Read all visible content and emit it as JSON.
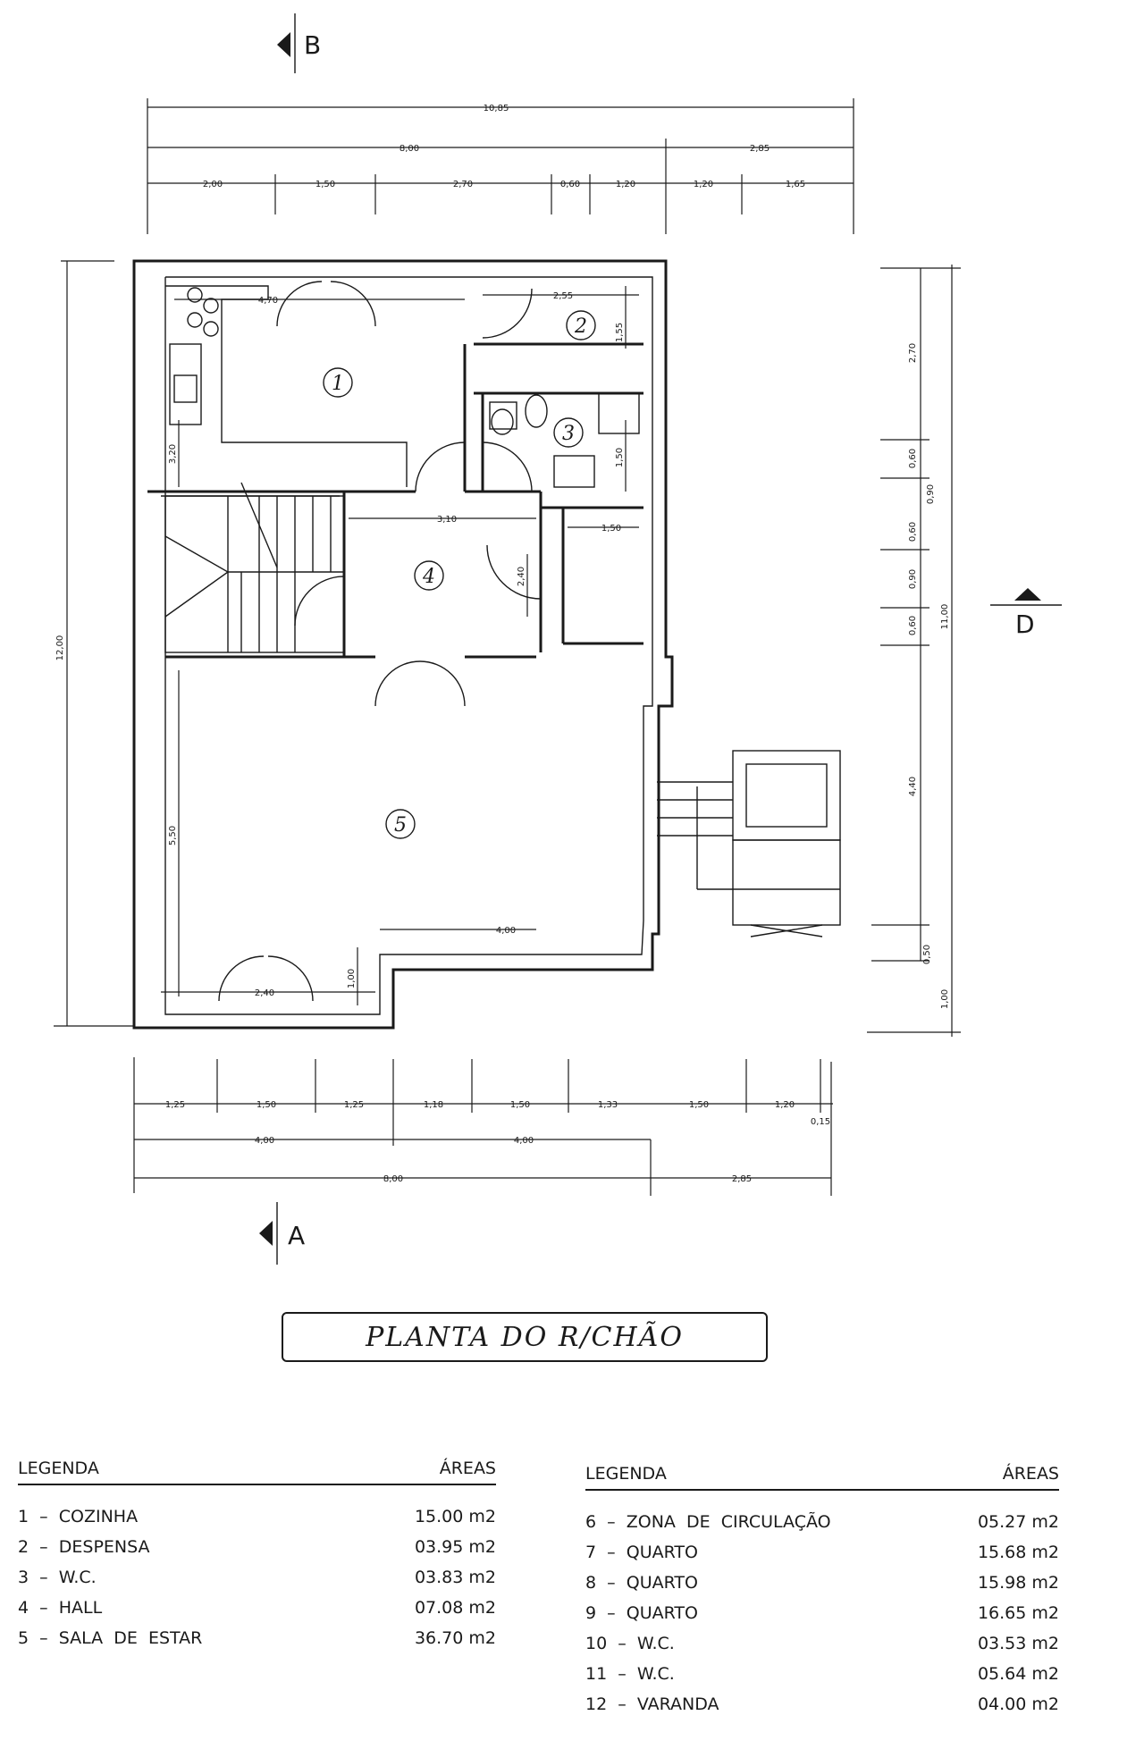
{
  "section_marks": {
    "top": "B",
    "bottom": "A",
    "right": "D"
  },
  "plan_title": "PLANTA DO R/CHÃO",
  "room_numbers": [
    "1",
    "2",
    "3",
    "4",
    "5"
  ],
  "dimensions": {
    "top_total": "10,85",
    "top_a": "8,00",
    "top_b": "2,85",
    "top_chain": [
      "2,00",
      "1,50",
      "2,70",
      "0,60",
      "1,20",
      "1,20",
      "1,65"
    ],
    "bottom_chain": [
      "1,25",
      "1,50",
      "1,25",
      "1,18",
      "1,50",
      "1,33",
      "1,50",
      "1,20"
    ],
    "bottom_extra": "0,15",
    "bottom_mid": [
      "4,00",
      "4,00"
    ],
    "bottom_total_a": "8,00",
    "bottom_total_b": "2,85",
    "left_total": "12,00",
    "right_total": "11,00",
    "right_chain": [
      "2,70",
      "0,60",
      "0,90",
      "0,60",
      "0,90",
      "0,60",
      "4,40",
      "0,50",
      "1,00"
    ],
    "interior": [
      "4,70",
      "2,55",
      "1,55",
      "3,20",
      "1,50",
      "3,10",
      "1,50",
      "2,40",
      "5,50",
      "4,00",
      "2,40",
      "1,00"
    ]
  },
  "legend_left": {
    "header_left": "LEGENDA",
    "header_right": "ÁREAS",
    "rows": [
      {
        "label": "1  –  COZINHA",
        "area": "15.00  m2"
      },
      {
        "label": "2  –  DESPENSA",
        "area": "03.95  m2"
      },
      {
        "label": "3  –  W.C.",
        "area": "03.83  m2"
      },
      {
        "label": "4  –  HALL",
        "area": "07.08  m2"
      },
      {
        "label": "5  –  SALA  DE  ESTAR",
        "area": "36.70  m2"
      }
    ]
  },
  "legend_right": {
    "header_left": "LEGENDA",
    "header_right": "ÁREAS",
    "rows": [
      {
        "label": "6  –  ZONA  DE  CIRCULAÇÃO",
        "area": "05.27  m2"
      },
      {
        "label": "7  –  QUARTO",
        "area": "15.68  m2"
      },
      {
        "label": "8  –  QUARTO",
        "area": "15.98  m2"
      },
      {
        "label": "9  –  QUARTO",
        "area": "16.65  m2"
      },
      {
        "label": "10  –  W.C.",
        "area": "03.53  m2"
      },
      {
        "label": "11  –  W.C.",
        "area": "05.64  m2"
      },
      {
        "label": "12  –  VARANDA",
        "area": "04.00  m2"
      }
    ]
  }
}
